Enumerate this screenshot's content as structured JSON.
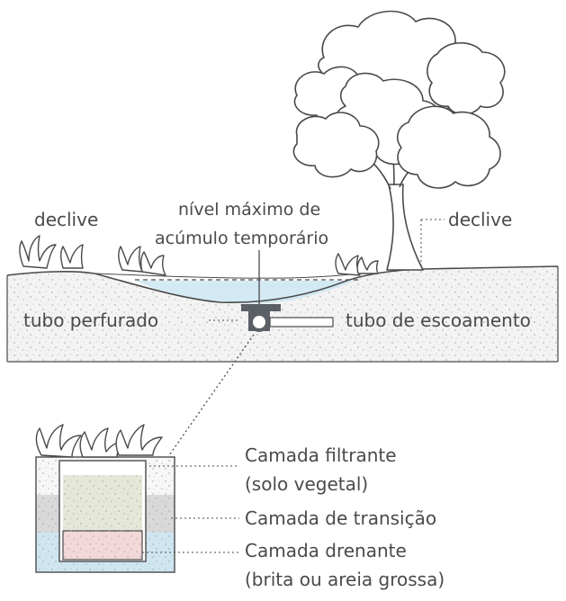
{
  "labels": {
    "declive_left": "declive",
    "declive_right": "declive",
    "nivel_line1": "nível máximo de",
    "nivel_line2": "acúmulo temporário",
    "tubo_perfurado": "tubo perfurado",
    "tubo_escoamento": "tubo de escoamento",
    "camada_filtrante_line1": "Camada filtrante",
    "camada_filtrante_line2": "(solo vegetal)",
    "camada_transicao": "Camada de transição",
    "camada_drenante_line1": "Camada drenante",
    "camada_drenante_line2": "(brita ou areia grossa)"
  },
  "colors": {
    "line": "#4a4a4a",
    "soil": "#f2f2f2",
    "water": "#d3e9f3",
    "filtrante": "#f5f5f5",
    "transicao": "#d9d9d9",
    "transicao_inner": "#e5e8d8",
    "drenante": "#cfe6f1",
    "drenante_inner": "#f2d8d8",
    "pipe": "#5b5f66"
  },
  "icons": [
    "tree-icon",
    "grass-tuft-icon",
    "perforated-pipe-icon"
  ]
}
